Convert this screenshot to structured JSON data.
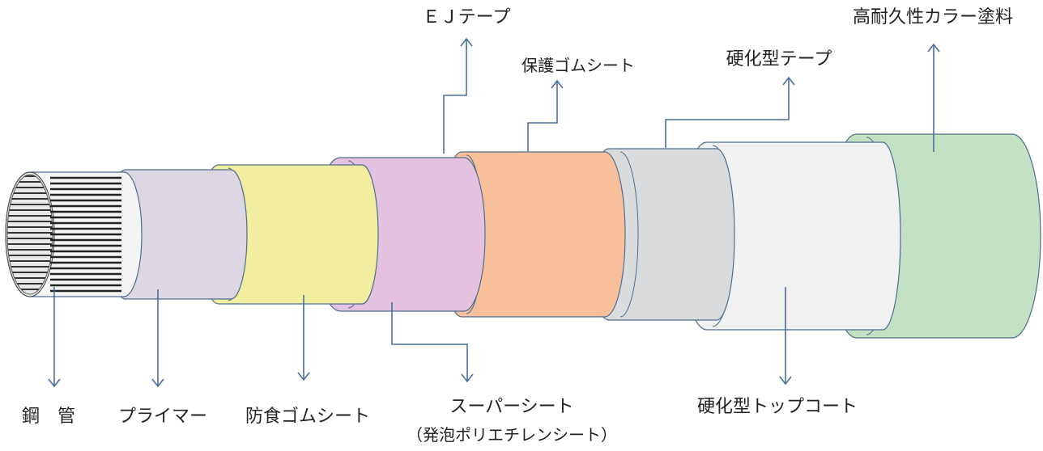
{
  "colors": {
    "steel": "#f4f4f4",
    "primer": "#ddd6e3",
    "anticorrosion_rubber": "#f1ee9f",
    "super_sheet": "#e4c1df",
    "protective_rubber": "#f8c09a",
    "hardening_tape": "#dadbdc",
    "top_coat": "#f1f1f1",
    "color_paint": "#c3e2c3",
    "outline": "#4f6d8e",
    "arrow": "#4a6f9c"
  },
  "labels": {
    "steel_pipe": "鋼　管",
    "primer": "プライマー",
    "anticorrosion_rubber": "防食ゴムシート",
    "super_sheet": "スーパーシート",
    "super_sheet_note": "（発泡ポリエチレンシート）",
    "ej_tape": "ＥＪテープ",
    "protective_rubber": "保護ゴムシート",
    "hardening_tape": "硬化型テープ",
    "top_coat": "硬化型トップコート",
    "color_paint": "高耐久性カラー塗料"
  }
}
